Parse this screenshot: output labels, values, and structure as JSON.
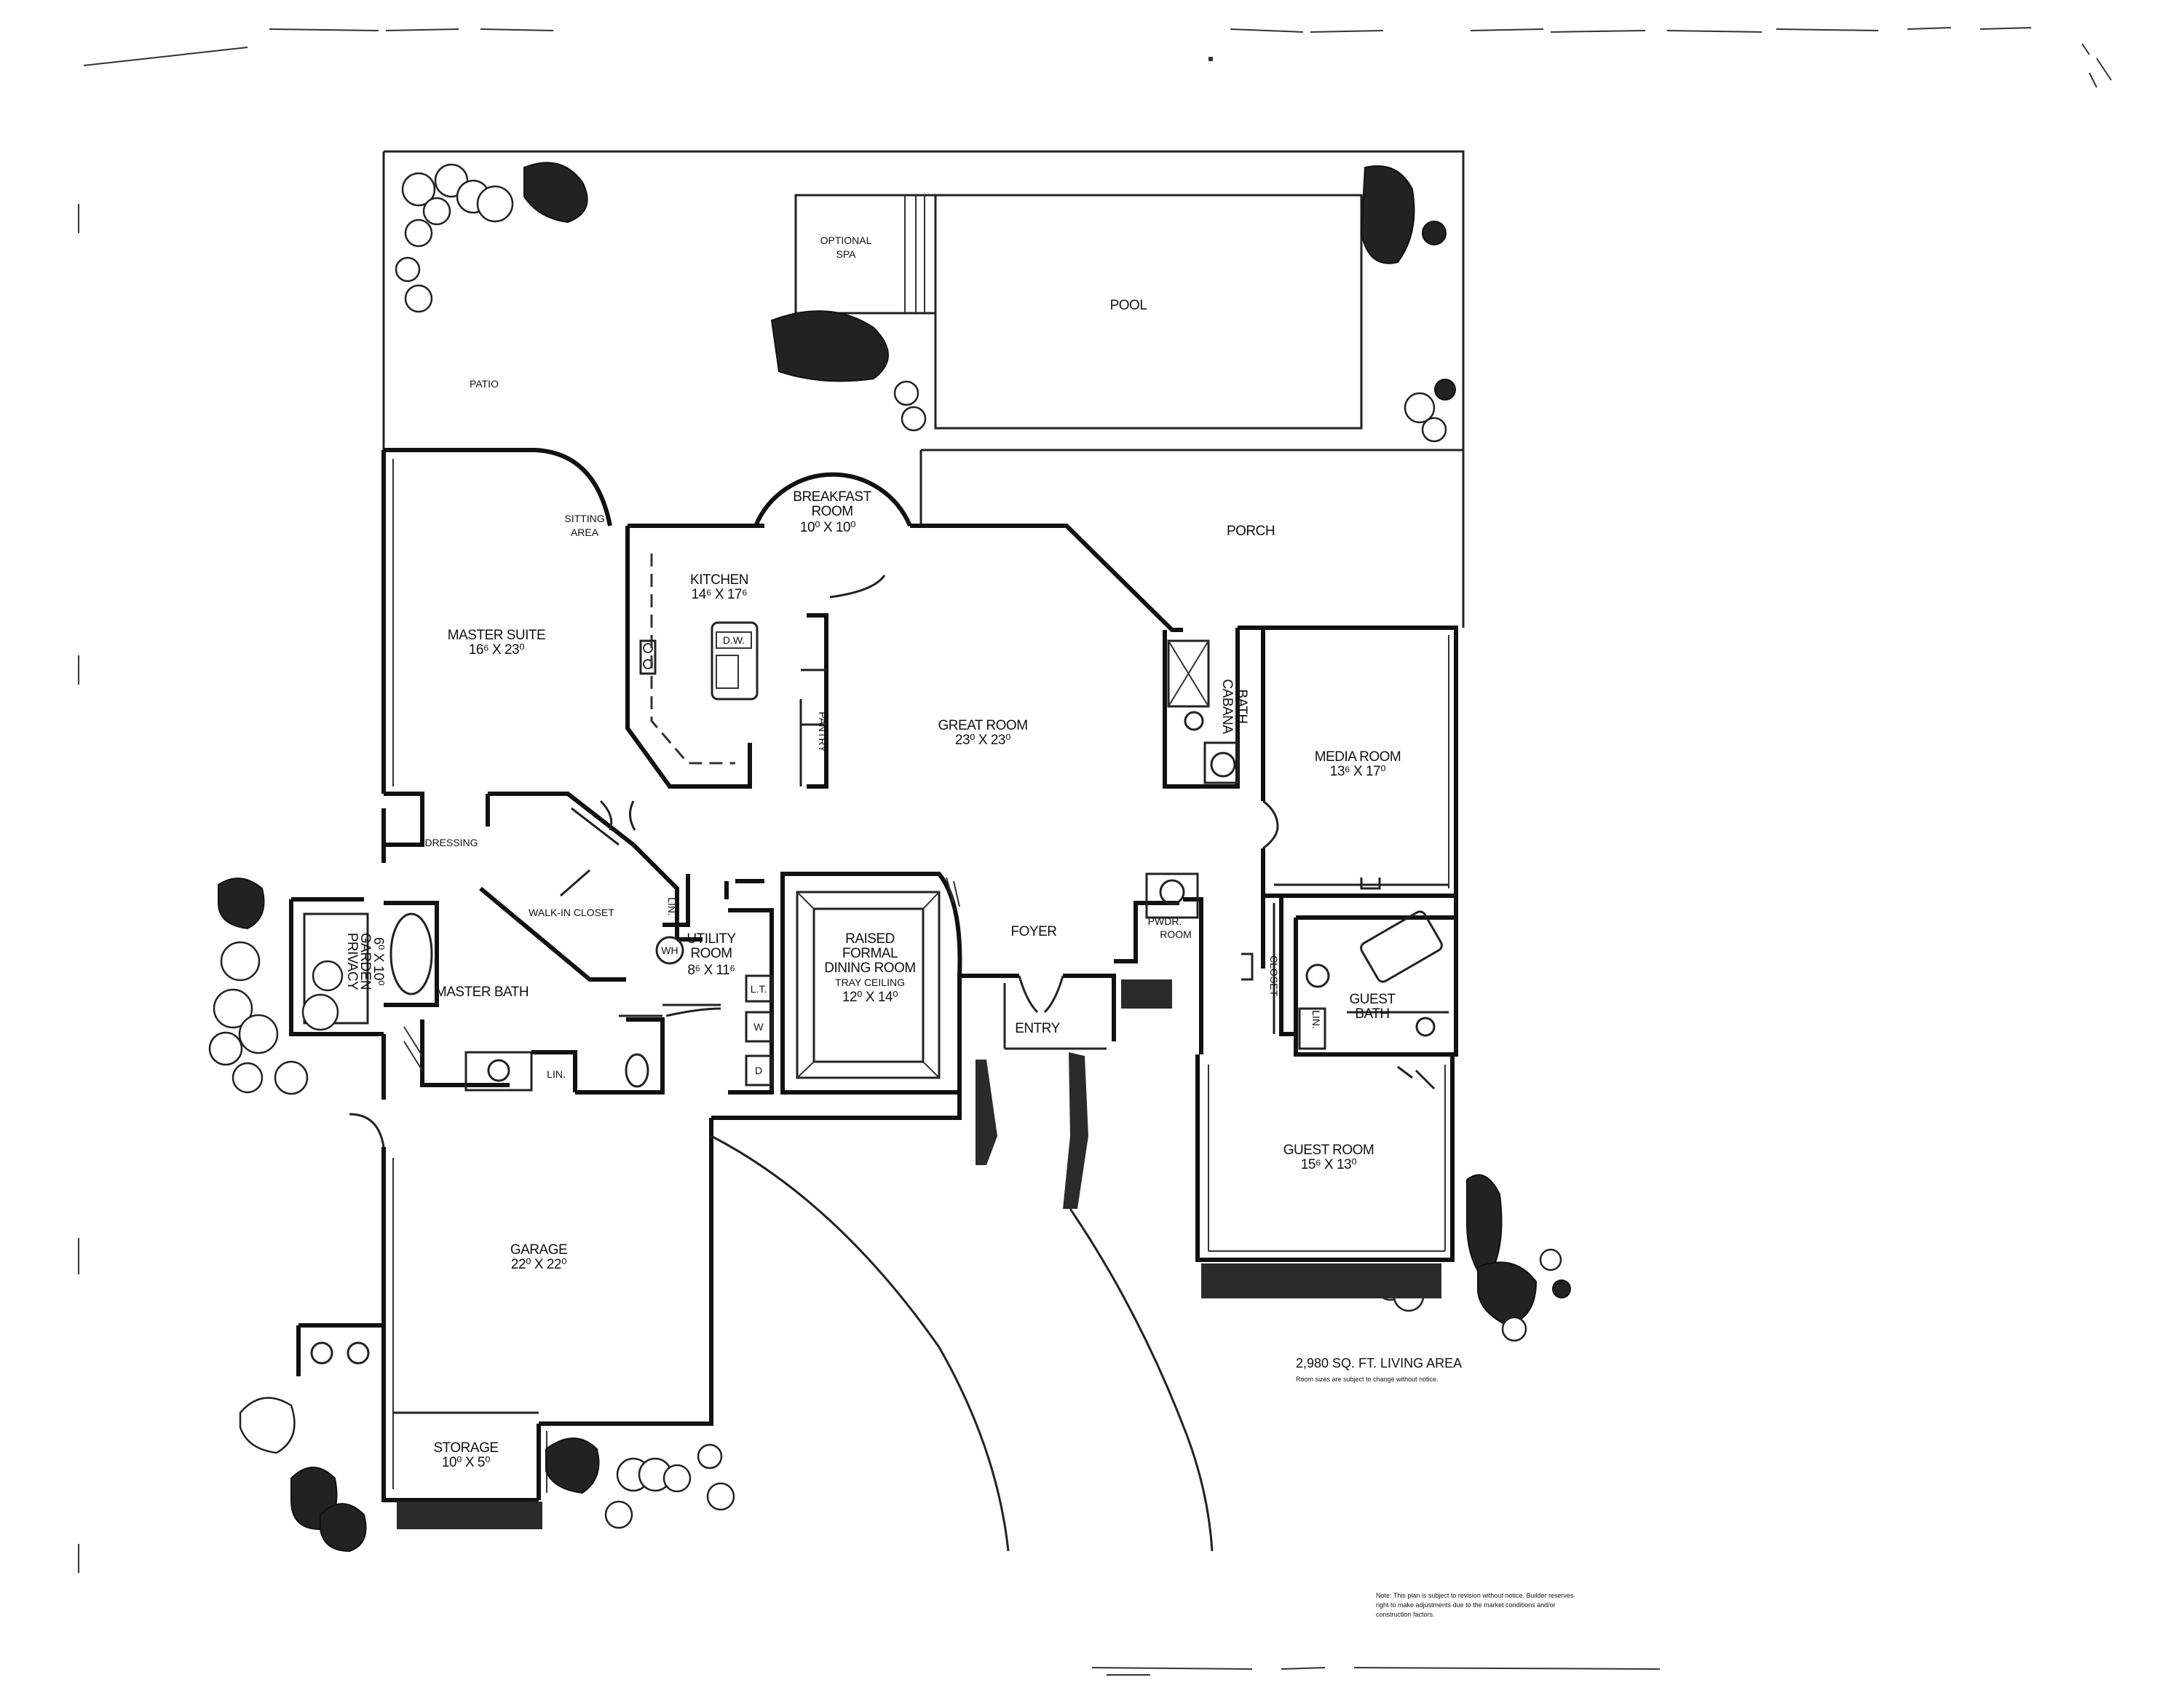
{
  "labels": {
    "patio": "PATIO",
    "optional_spa_1": "OPTIONAL",
    "optional_spa_2": "SPA",
    "pool": "POOL",
    "porch": "PORCH",
    "breakfast_1": "BREAKFAST",
    "breakfast_2": "ROOM",
    "breakfast_dim": "10⁰ X 10⁰",
    "sitting_1": "SITTING",
    "sitting_2": "AREA",
    "kitchen": "KITCHEN",
    "kitchen_dim": "14⁶ X 17⁶",
    "dw": "D.W.",
    "pantry": "PANTRY",
    "master_suite": "MASTER SUITE",
    "master_suite_dim": "16⁶ X 23⁰",
    "great_room": "GREAT ROOM",
    "great_room_dim": "23⁰ X 23⁰",
    "cabana_1": "CABANA",
    "cabana_2": "BATH",
    "media_room": "MEDIA ROOM",
    "media_room_dim": "13⁶ X 17⁰",
    "dressing": "DRESSING",
    "walk_in_closet": "WALK-IN CLOSET",
    "lin": "LIN.",
    "wh": "WH",
    "utility_1": "UTILITY",
    "utility_2": "ROOM",
    "utility_dim": "8⁶ X 11⁶",
    "dining_1": "RAISED",
    "dining_2": "FORMAL",
    "dining_3": "DINING ROOM",
    "dining_4": "TRAY CEILING",
    "dining_dim": "12⁰ X 14⁰",
    "foyer": "FOYER",
    "pwdr_1": "PWDR.",
    "pwdr_2": "ROOM",
    "closet": "CLOSET",
    "privacy_1": "PRIVACY",
    "privacy_2": "GARDEN",
    "privacy_dim": "6⁰ X 10⁰",
    "master_bath": "MASTER BATH",
    "lt": "L.T.",
    "w": "W",
    "d": "D",
    "entry": "ENTRY",
    "guest_bath_1": "GUEST",
    "guest_bath_2": "BATH",
    "guest_room": "GUEST ROOM",
    "guest_room_dim": "15⁶ X 13⁰",
    "garage": "GARAGE",
    "garage_dim": "22⁰ X 22⁰",
    "storage": "STORAGE",
    "storage_dim": "10⁰ X 5⁰",
    "living_area": "2,980 SQ. FT. LIVING AREA",
    "room_sizes_note": "Room sizes are subject to change without notice.",
    "footnote_1": "Note: This plan is subject to revision without notice. Builder reserves",
    "footnote_2": "right to make adjustments due to the market conditions and/or",
    "footnote_3": "construction factors."
  },
  "colors": {
    "ink": "#111111",
    "paper": "#ffffff",
    "hedge": "#2b2b2b"
  }
}
